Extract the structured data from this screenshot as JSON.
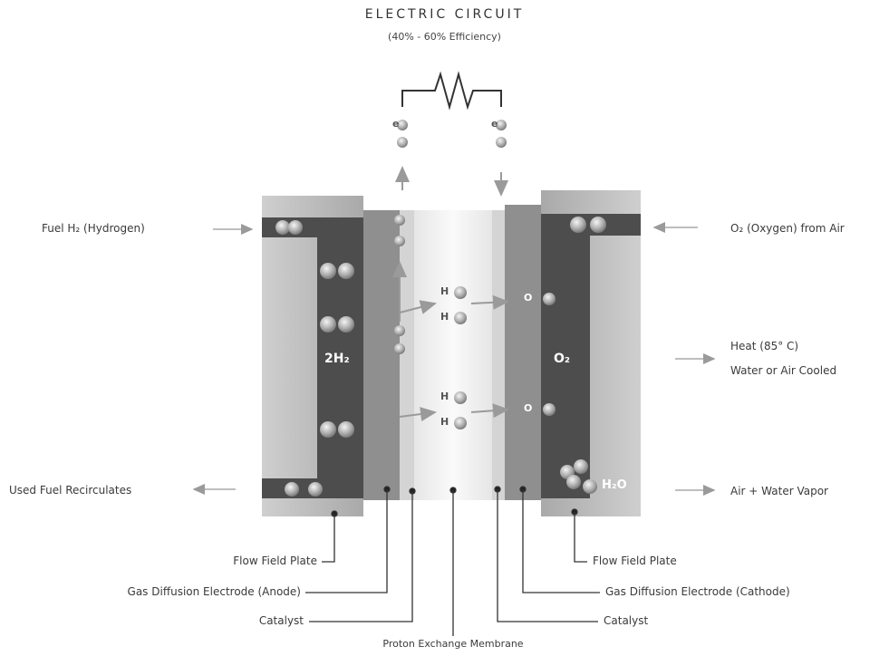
{
  "title": "ELECTRIC CIRCUIT",
  "subtitle": "(40% - 60% Efficiency)",
  "inputs": {
    "fuel": "Fuel H₂ (Hydrogen)",
    "oxygen": "O₂ (Oxygen) from Air"
  },
  "outputs": {
    "heat_line1": "Heat (85° C)",
    "heat_line2": "Water or Air Cooled",
    "used_fuel": "Used Fuel Recirculates",
    "air_water": "Air + Water Vapor"
  },
  "cell": {
    "anode_gas": "2H₂",
    "cathode_gas": "O₂",
    "water": "H₂O",
    "electron_symbol": "e",
    "proton_symbol": "H",
    "oxygen_symbol": "O"
  },
  "components": {
    "flow_field_left": "Flow Field Plate",
    "gde_anode": "Gas Diffusion Electrode (Anode)",
    "catalyst_left": "Catalyst",
    "pem": "Proton Exchange Membrane",
    "flow_field_right": "Flow Field Plate",
    "gde_cathode": "Gas Diffusion Electrode (Cathode)",
    "catalyst_right": "Catalyst"
  },
  "colors": {
    "plate": "#b9b9b9",
    "channel": "#4d4d4d",
    "electrode": "#8f8f8f",
    "membrane": "#efefef",
    "arrow": "#9a9a9a"
  }
}
